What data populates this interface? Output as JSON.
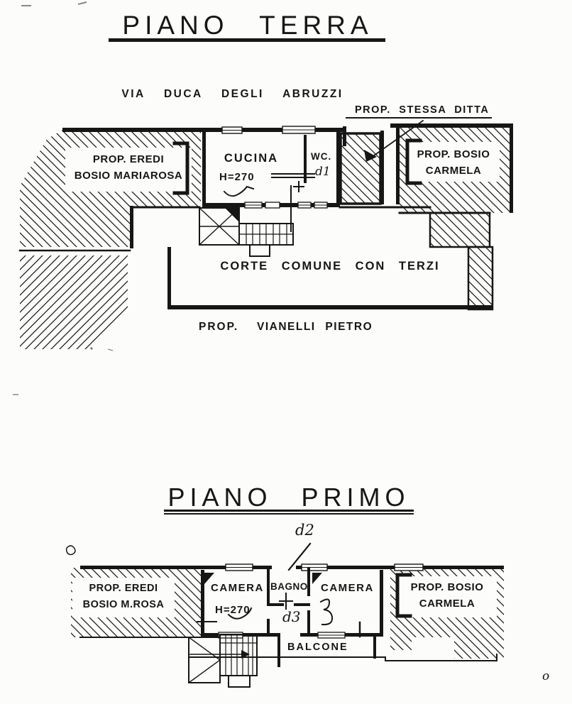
{
  "page": {
    "paper_color": "#fcfcfa",
    "ink_color": "#161616",
    "stray_mark": "o"
  },
  "piano_terra": {
    "title": "PIANO TERRA",
    "street": "VIA DUCA DEGLI ABRUZZI",
    "labels": {
      "stessa_ditta": "PROP. STESSA DITTA",
      "eredi_bosio_1": "PROP. EREDI",
      "eredi_bosio_2": "BOSIO MARIAROSA",
      "cucina": "CUCINA",
      "cucina_h": "H=270",
      "wc": "WC.",
      "d1": "d1",
      "bosio_carmela_1": "PROP. BOSIO",
      "bosio_carmela_2": "CARMELA",
      "corte": "CORTE COMUNE CON TERZI",
      "south_prefix": "PROP.",
      "south_name": "VIANELLI PIETRO"
    }
  },
  "piano_primo": {
    "title": "PIANO PRIMO",
    "labels": {
      "eredi_bosio_1": "PROP. EREDI",
      "eredi_bosio_2": "BOSIO M.ROSA",
      "camera1": "CAMERA",
      "camera1_h": "H=270",
      "bagno": "BAGNO",
      "camera2": "CAMERA",
      "bosio_carmela_1": "PROP. BOSIO",
      "bosio_carmela_2": "CARMELA",
      "balcone": "BALCONE",
      "d2": "d2",
      "d3": "d3"
    }
  }
}
